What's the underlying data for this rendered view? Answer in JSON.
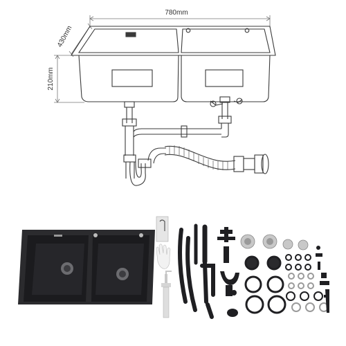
{
  "dimensions": {
    "width_label": "780mm",
    "depth_label": "430mm",
    "height_label": "210mm"
  },
  "colors": {
    "line": "#3a3a3a",
    "dim_line": "#777777",
    "sink_body": "#2b2b2e",
    "sink_bowl": "#1d1d20",
    "accessory": "#1f1f22",
    "silver": "#c8c8c8"
  },
  "icons": [
    "faucet-hole-icon",
    "drain-strainer-icon",
    "soap-dispenser-icon",
    "glove-icon"
  ]
}
